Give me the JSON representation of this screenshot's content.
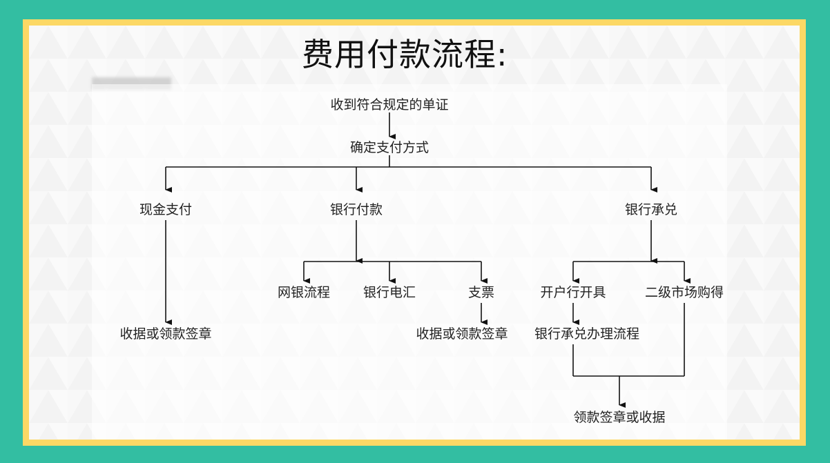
{
  "title": "费用付款流程:",
  "nodes": {
    "receive": "收到符合规定的单证",
    "decide": "确定支付方式",
    "cash": "现金支付",
    "bank_pay": "银行付款",
    "acceptance": "银行承兑",
    "cash_receipt": "收据或领款签章",
    "online": "网银流程",
    "wire": "银行电汇",
    "check": "支票",
    "check_receipt": "收据或领款签章",
    "open_bank": "开户行开具",
    "secondary": "二级市场购得",
    "acceptance_process": "银行承兑办理流程",
    "final_receipt": "领款签章或收据"
  },
  "colors": {
    "outer_bg": "#33bea2",
    "border": "#fcd865",
    "line": "#111111"
  }
}
